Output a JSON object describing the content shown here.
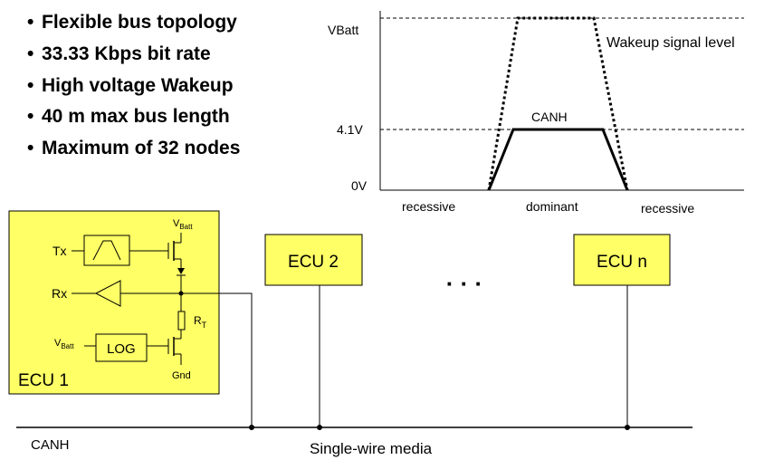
{
  "bullets": [
    "Flexible bus topology",
    "33.33 Kbps bit rate",
    "High voltage Wakeup",
    "40 m max bus length",
    "Maximum of 32 nodes"
  ],
  "waveform": {
    "y_labels": {
      "vbatt": "VBatt",
      "v41": "4.1V",
      "v0": "0V"
    },
    "wakeup_label": "Wakeup signal level",
    "canh_label": "CANH",
    "phases": [
      "recessive",
      "dominant",
      "recessive"
    ]
  },
  "ecu1": {
    "label": "ECU 1",
    "tx": "Tx",
    "rx": "Rx",
    "vbatt_top": {
      "main": "V",
      "sub": "Batt"
    },
    "vbatt_left": {
      "main": "V",
      "sub": "Batt"
    },
    "rt": {
      "main": "R",
      "sub": "T"
    },
    "log": "LOG",
    "gnd": "Gnd"
  },
  "ecu2": {
    "label": "ECU 2"
  },
  "ecun": {
    "label": "ECU n"
  },
  "ellipsis": "· · ·",
  "bus": {
    "canh": "CANH",
    "media": "Single-wire media"
  },
  "colors": {
    "ecu_fill": "#ffff66",
    "line": "#000000"
  }
}
